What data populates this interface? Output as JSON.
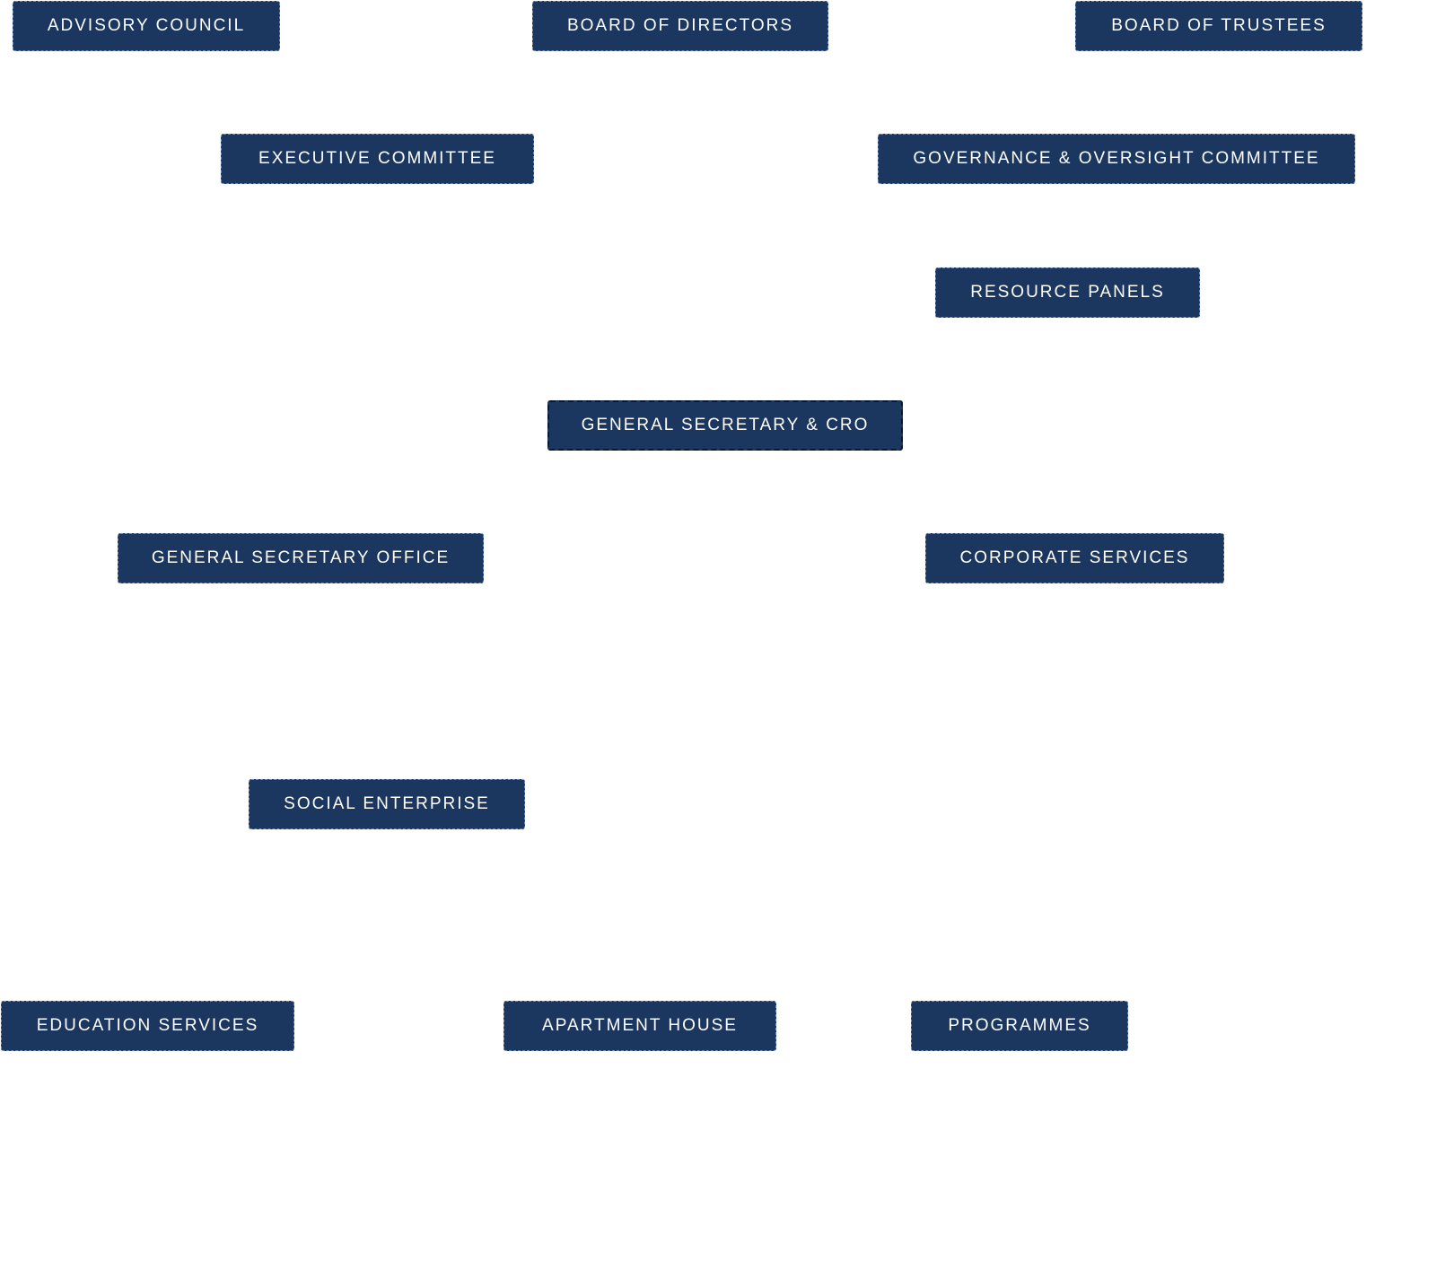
{
  "diagram": {
    "node_color": "#1b365f",
    "text_color": "#ffffff",
    "nodes": [
      {
        "label": "ADVISORY COUNCIL"
      },
      {
        "label": "BOARD OF DIRECTORS"
      },
      {
        "label": "BOARD OF TRUSTEES"
      },
      {
        "label": "EXECUTIVE COMMITTEE"
      },
      {
        "label": "GOVERNANCE & OVERSIGHT COMMITTEE"
      },
      {
        "label": "RESOURCE PANELS"
      },
      {
        "label": "GENERAL SECRETARY & CRO"
      },
      {
        "label": "GENERAL SECRETARY OFFICE"
      },
      {
        "label": "CORPORATE SERVICES"
      },
      {
        "label": "SOCIAL ENTERPRISE"
      },
      {
        "label": "EDUCATION SERVICES"
      },
      {
        "label": "APARTMENT HOUSE"
      },
      {
        "label": "PROGRAMMES"
      }
    ]
  }
}
